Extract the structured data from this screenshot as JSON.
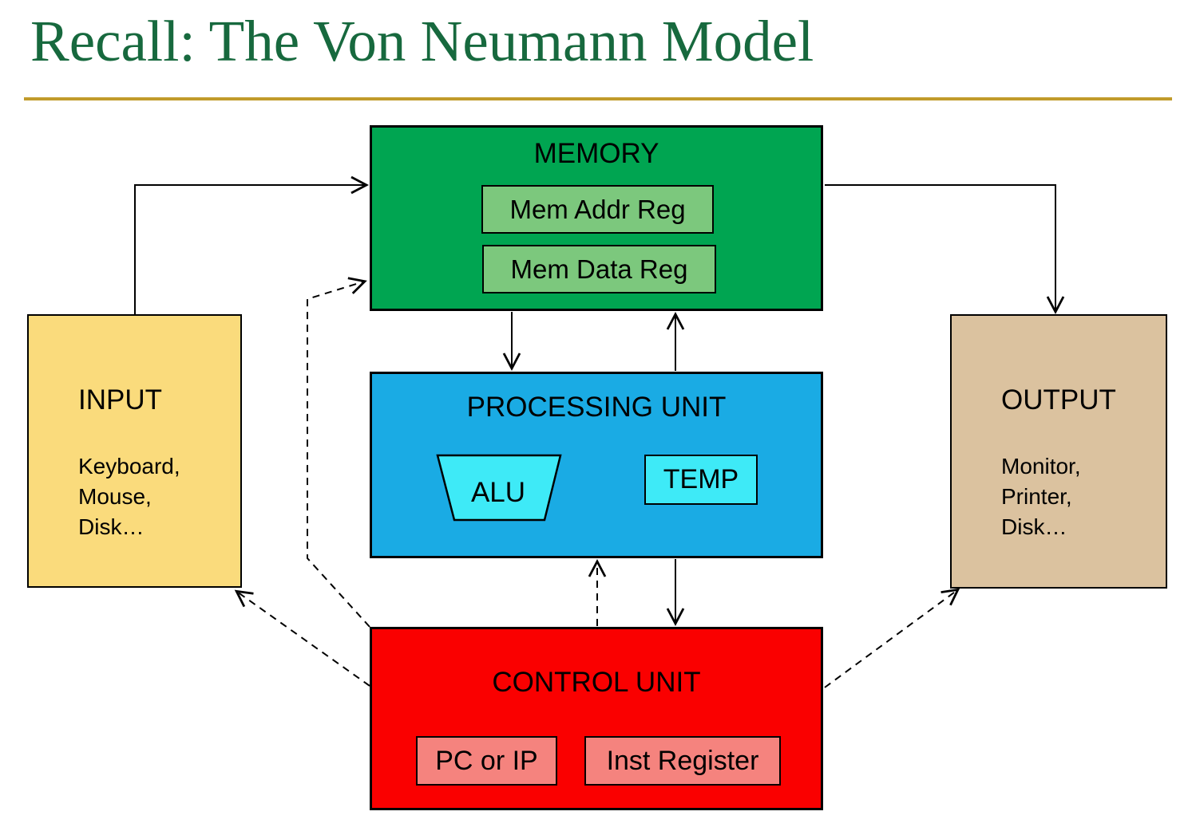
{
  "title": "Recall: The Von Neumann Model",
  "diagram": {
    "memory": {
      "title": "MEMORY",
      "mem_addr_reg": "Mem Addr Reg",
      "mem_data_reg": "Mem Data Reg"
    },
    "processing_unit": {
      "title": "PROCESSING UNIT",
      "alu": "ALU",
      "temp": "TEMP"
    },
    "control_unit": {
      "title": "CONTROL UNIT",
      "pc": "PC or IP",
      "inst_register": "Inst Register"
    },
    "input": {
      "title": "INPUT",
      "devices": "Keyboard,\nMouse,\nDisk…"
    },
    "output": {
      "title": "OUTPUT",
      "devices": "Monitor,\nPrinter,\nDisk…"
    }
  },
  "colors": {
    "title_text": "#17693E",
    "title_rule": "#C19B2B",
    "memory_fill": "#00A551",
    "memory_register_fill": "#7CC87D",
    "processing_fill": "#1AABE4",
    "alu_temp_fill": "#3EEAF7",
    "control_fill": "#FA0000",
    "control_register_fill": "#F5837E",
    "input_fill": "#FADB7C",
    "output_fill": "#DBC29F",
    "connector": "#000000"
  }
}
